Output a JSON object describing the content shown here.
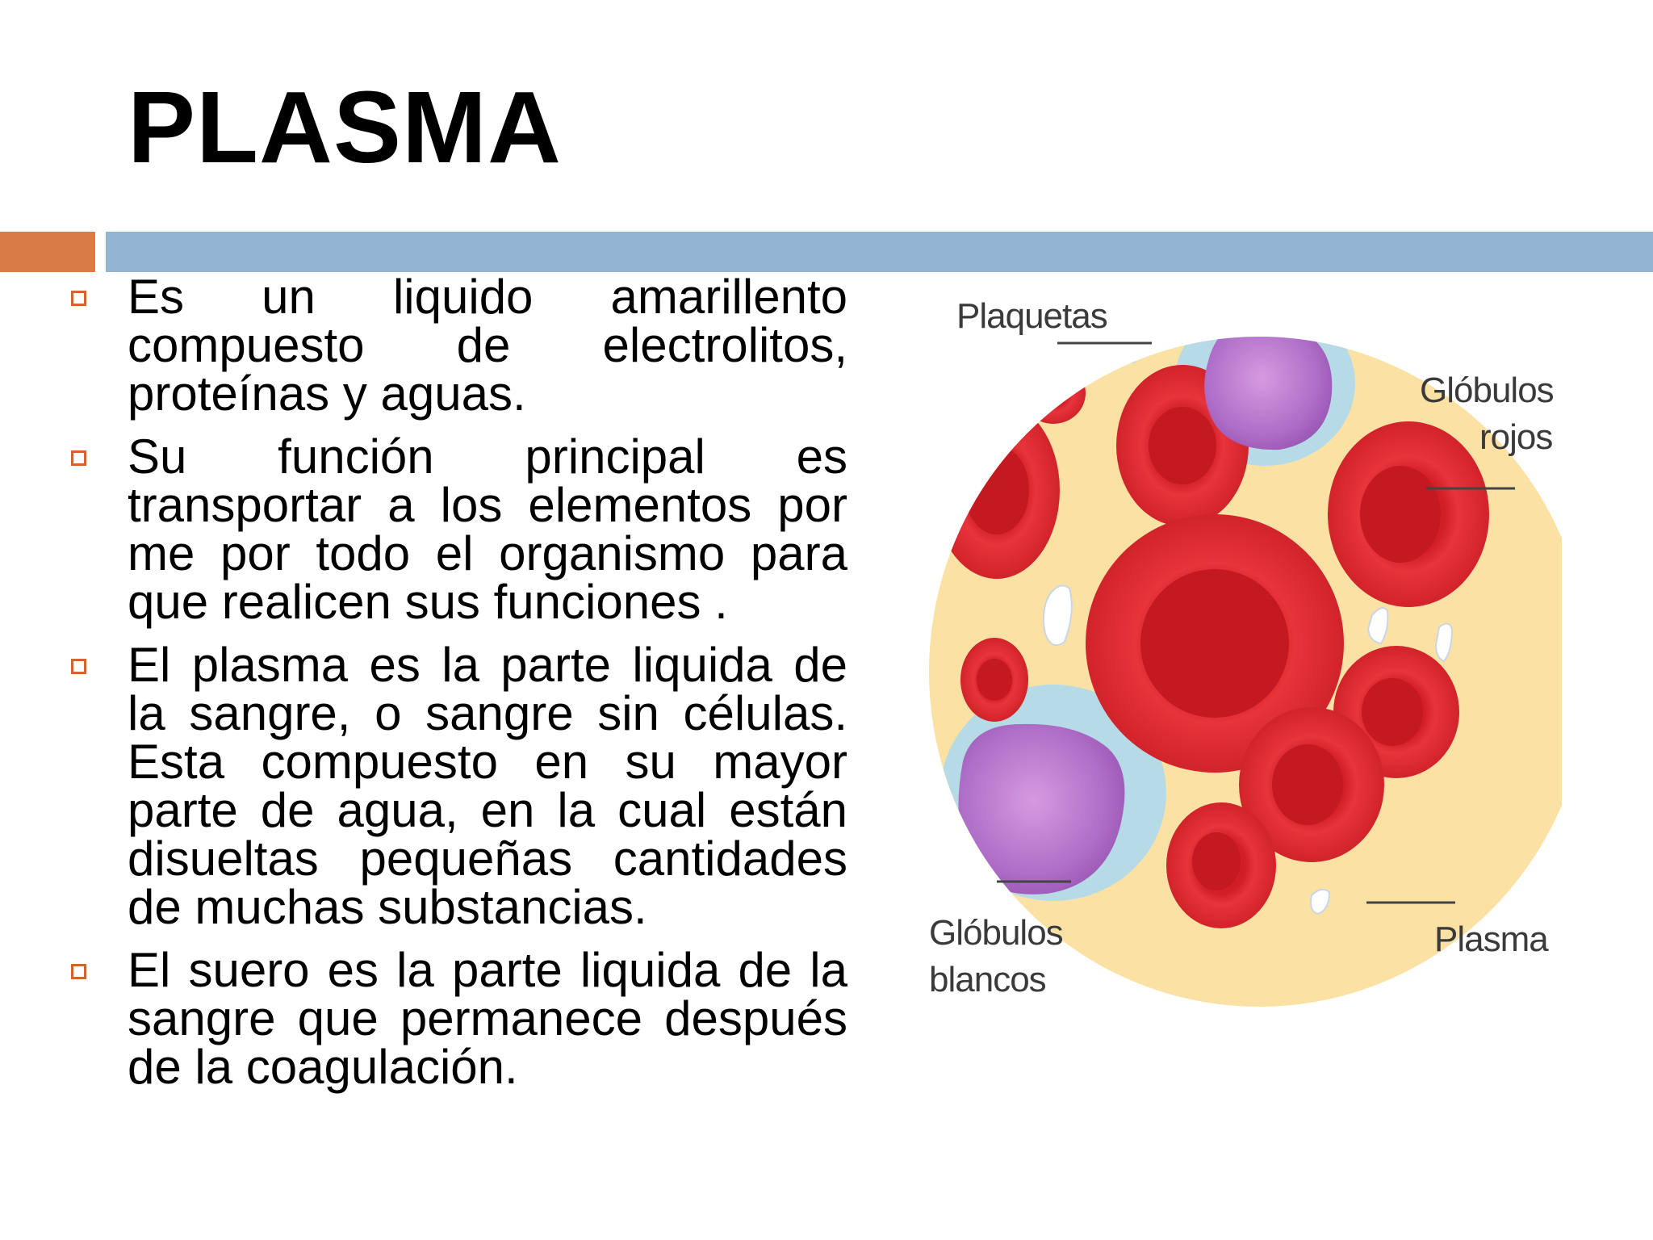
{
  "slide": {
    "title": "PLASMA"
  },
  "colors": {
    "accent_orange": "#d97b45",
    "accent_blue": "#93b4d3",
    "bullet_marker": "#cc6633",
    "plasma": "#fbe2a4",
    "red_cell": "#e3232b",
    "red_cell_center": "#c41920",
    "white_cell": "#b06fc8",
    "white_cell_halo": "#b7dbe6"
  },
  "bullets": [
    {
      "text": "Es un liquido amarillento compuesto de electrolitos, proteínas y aguas."
    },
    {
      "text": "Su función principal es transportar a los elementos por me por todo el organismo para que realicen sus funciones ."
    },
    {
      "text": "El plasma es la parte liquida de la sangre, o sangre sin células. Esta compuesto en su mayor parte de agua, en la cual están disueltas pequeñas cantidades de muchas substancias."
    },
    {
      "text": "El suero es la parte liquida de la sangre que permanece después de la coagulación."
    }
  ],
  "figure": {
    "labels": {
      "platelets": "Plaquetas",
      "red_cells_line1": "Glóbulos",
      "red_cells_line2": "rojos",
      "white_cells_line1": "Glóbulos",
      "white_cells_line2": "blancos",
      "plasma": "Plasma"
    }
  }
}
